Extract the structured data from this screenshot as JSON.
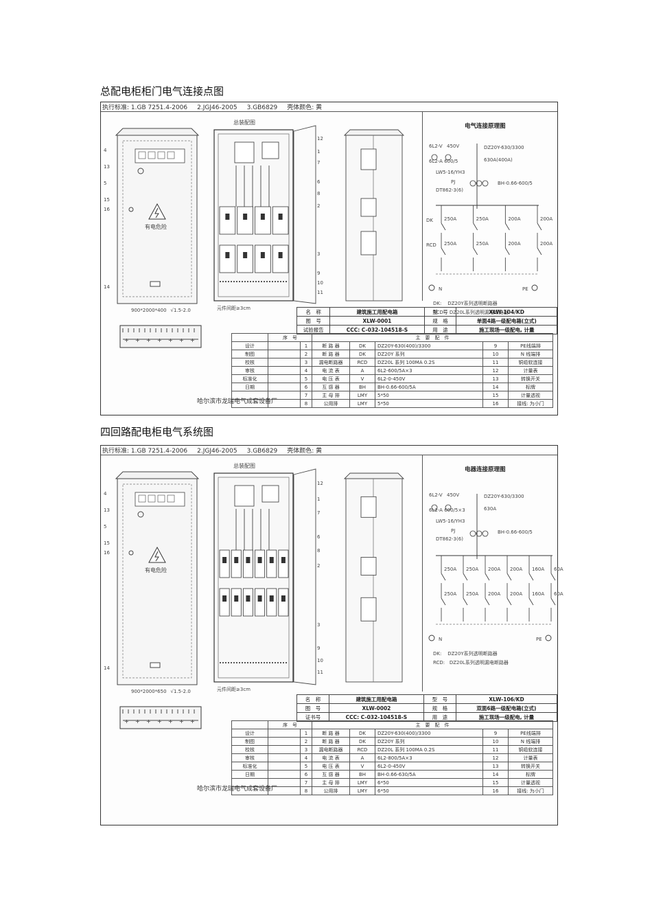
{
  "sections": [
    {
      "title": "总配电柜柜门电气连接点图",
      "standards": [
        "执行标准: 1.GB 7251.4-2006",
        "2.JGJ46-2005",
        "3.GB6829",
        "壳体颜色: 黄"
      ],
      "front_label": "有电危险",
      "dims": "900*2000*400",
      "thickness": "√1.5-2.0",
      "assembly_title": "总装配图",
      "spacing": "元件间距≥3cm",
      "schematic_title": "电气连接原理图",
      "schematic_labels": [
        "6L2-V",
        "450V",
        "6L2-A 600/5",
        "LW5-16/YH3",
        "PJ",
        "DT862-3(6)",
        "DZ20Y-630/3300",
        "630A(400A)",
        "BH-0.66-600/5"
      ],
      "branch_labels": [
        "250A",
        "250A",
        "200A",
        "200A"
      ],
      "row_dk": "DK",
      "row_rcd": "RCD",
      "n_label": "N",
      "pe_label": "PE",
      "legend": [
        "DK:    DZ20Y系列透明断路器",
        "RCD:   DZ20L系列透明漏电断路器"
      ],
      "header": [
        [
          "名　称",
          "建筑施工用配电箱",
          "型　号",
          "XLW-104/KD"
        ],
        [
          "图　号",
          "XLW-0001",
          "规　格",
          "单面4路一级配电箱(立式)"
        ],
        [
          "试验报告",
          "CCC: C-032-104518-S",
          "用　途",
          "施工现场一级配电, 计量"
        ]
      ],
      "seq_label": "序　号",
      "main_parts": "主　要　配　件",
      "approvals": [
        "设计",
        "制图",
        "校核",
        "审核",
        "标准化",
        "日期"
      ],
      "rows": [
        [
          "1",
          "断 路 器",
          "DK",
          "DZ20Y-630(400)/3300",
          "9",
          "PE线端排"
        ],
        [
          "2",
          "断 路 器",
          "DK",
          "DZ20Y 系列",
          "10",
          "N 线端排"
        ],
        [
          "3",
          "漏电断路器",
          "RCD",
          "DZ20L 系列  100MA 0.2S",
          "11",
          "铜缆软连接"
        ],
        [
          "4",
          "电 流 表",
          "A",
          "6L2-600/5A×3",
          "12",
          "计量表"
        ],
        [
          "5",
          "电 压 表",
          "V",
          "6L2-0-450V",
          "13",
          "转换开关"
        ],
        [
          "6",
          "互 感 器",
          "BH",
          "BH-0.66-600/5A",
          "14",
          "标牌"
        ],
        [
          "7",
          "主 母 排",
          "LMY",
          "5*50",
          "15",
          "计量透视"
        ],
        [
          "8",
          "公用排",
          "LMY",
          "5*50",
          "16",
          "接线: 为小门"
        ]
      ],
      "maker": "哈尔滨市龙瑞电气成套设备厂",
      "callouts_left": [
        "4",
        "13",
        "5",
        "15",
        "16",
        "14"
      ],
      "callouts_right": [
        "12",
        "1",
        "7",
        "6",
        "8",
        "2",
        "3",
        "9",
        "10",
        "11"
      ]
    },
    {
      "title": "四回路配电柜电气系统图",
      "standards": [
        "执行标准: 1.GB 7251.4-2006",
        "2.JGJ46-2005",
        "3.GB6829",
        "壳体颜色: 黄"
      ],
      "front_label": "有电危险",
      "dims": "900*2000*650",
      "thickness": "√1.5-2.0",
      "assembly_title": "总装配图",
      "spacing": "元件间距≥3cm",
      "schematic_title": "电器连接原理图",
      "schematic_labels": [
        "6L2-V",
        "450V",
        "6L2-A 600/5×3",
        "LW5-16/YH3",
        "PJ",
        "DT862-3(6)",
        "DZ20Y-630/3300",
        "630A",
        "BH-0.66-600/5"
      ],
      "branch_labels": [
        "250A",
        "250A",
        "200A",
        "200A",
        "160A",
        "60A"
      ],
      "row_dk": "",
      "row_rcd": "",
      "n_label": "N",
      "pe_label": "PE",
      "legend": [
        "DK:    DZ20Y系列透明断路器",
        "RCD:   DZ20L系列透明漏电断路器"
      ],
      "header": [
        [
          "名　称",
          "建筑施工用配电箱",
          "型　号",
          "XLW-106/KD"
        ],
        [
          "图　号",
          "XLW-0002",
          "规　格",
          "双面6路一级配电箱(立式)"
        ],
        [
          "证书号",
          "CCC: C-032-104518-S",
          "用　途",
          "施工现场一级配电, 计量"
        ]
      ],
      "seq_label": "序　号",
      "main_parts": "主　要　配　件",
      "approvals": [
        "设计",
        "制图",
        "校核",
        "审核",
        "标准化",
        "日期"
      ],
      "rows": [
        [
          "1",
          "断 路 器",
          "DK",
          "DZ20Y-630(400)/3300",
          "9",
          "PE线端排"
        ],
        [
          "2",
          "断 路 器",
          "DK",
          "DZ20Y 系列",
          "10",
          "N 线端排"
        ],
        [
          "3",
          "漏电断路器",
          "RCD",
          "DZ20L 系列  100MA 0.2S",
          "11",
          "铜缆软连接"
        ],
        [
          "4",
          "电 流 表",
          "A",
          "6L2-800/5A×3",
          "12",
          "计量表"
        ],
        [
          "5",
          "电 压 表",
          "V",
          "6L2-0-450V",
          "13",
          "转换开关"
        ],
        [
          "6",
          "互 感 器",
          "BH",
          "BH-0.66-630/5A",
          "14",
          "标牌"
        ],
        [
          "7",
          "主 母 排",
          "LMY",
          "6*50",
          "15",
          "计量透视"
        ],
        [
          "8",
          "公用排",
          "LMY",
          "6*50",
          "16",
          "接线: 为小门"
        ]
      ],
      "maker": "哈尔滨市龙瑞电气成套设备厂",
      "callouts_left": [
        "4",
        "13",
        "5",
        "15",
        "16",
        "14"
      ],
      "callouts_right": [
        "12",
        "1",
        "7",
        "6",
        "8",
        "2",
        "3",
        "9",
        "10",
        "11"
      ]
    }
  ]
}
